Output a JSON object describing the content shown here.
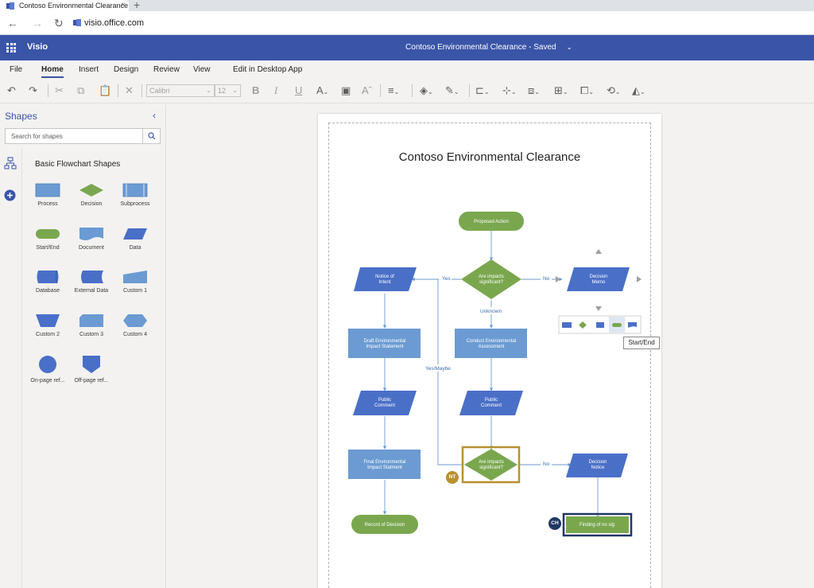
{
  "browser": {
    "tab_title": "Contoso Environmental Clearance",
    "url": "visio.office.com"
  },
  "app": {
    "name": "Visio",
    "doc_title": "Contoso Environmental Clearance",
    "save_status": "Saved"
  },
  "ribbon": {
    "tabs": [
      "File",
      "Home",
      "Insert",
      "Design",
      "Review",
      "View"
    ],
    "active_tab": "Home",
    "edit_desktop": "Edit in Desktop App"
  },
  "toolbar": {
    "font_name": "Calibri",
    "font_size": "12"
  },
  "shapes_panel": {
    "title": "Shapes",
    "search_placeholder": "Search for shapes",
    "stencil_title": "Basic Flowchart Shapes",
    "shapes": [
      {
        "label": "Process",
        "icon": "process-shape"
      },
      {
        "label": "Decision",
        "icon": "decision-shape"
      },
      {
        "label": "Subprocess",
        "icon": "subprocess-shape"
      },
      {
        "label": "Start/End",
        "icon": "start-end-shape"
      },
      {
        "label": "Document",
        "icon": "document-shape"
      },
      {
        "label": "Data",
        "icon": "data-shape"
      },
      {
        "label": "Database",
        "icon": "database-shape"
      },
      {
        "label": "External Data",
        "icon": "external-data-shape"
      },
      {
        "label": "Custom 1",
        "icon": "custom-1-shape"
      },
      {
        "label": "Custom 2",
        "icon": "custom-2-shape"
      },
      {
        "label": "Custom 3",
        "icon": "custom-3-shape"
      },
      {
        "label": "Custom 4",
        "icon": "custom-4-shape"
      },
      {
        "label": "On-page ref...",
        "icon": "on-page-reference-shape"
      },
      {
        "label": "Off-page ref...",
        "icon": "off-page-reference-shape"
      }
    ]
  },
  "diagram": {
    "title": "Contoso Environmental Clearance",
    "nodes": {
      "proposed_action": "Proposed Action",
      "decision1": [
        "Are impacts",
        "significant?"
      ],
      "notice_of_intent": [
        "Notice of",
        "Intent"
      ],
      "decision_memo": [
        "Decision",
        "Memo"
      ],
      "draft_eis": [
        "Draft Environmental",
        "Impact Statement"
      ],
      "conduct_ea": [
        "Conduct Environmental",
        "Assessment"
      ],
      "public_comment_1": [
        "Public",
        "Comment"
      ],
      "public_comment_2": [
        "Public",
        "Comment"
      ],
      "final_eis": [
        "Final Environmental",
        "Impact Statment"
      ],
      "decision2": [
        "Are impacts",
        "significant?"
      ],
      "decision_notice": [
        "Decision",
        "Notice"
      ],
      "record_of_decision": "Record of Decision",
      "finding": "Finding of no sig"
    },
    "connector_labels": {
      "yes": "Yes",
      "no": "No",
      "unknown": "Unknown",
      "yes_maybe": "Yes/Maybe",
      "no2": "No"
    }
  },
  "tooltip": "Start/End",
  "collaborators": [
    "NT",
    "CH"
  ],
  "colors": {
    "accent": "#3a54a8",
    "process_blue": "#6b9bd2",
    "data_blue": "#4a6fc7",
    "decision_green": "#7aa74e",
    "selection_gold": "#b8912f",
    "selection_navy": "#1f3864"
  }
}
